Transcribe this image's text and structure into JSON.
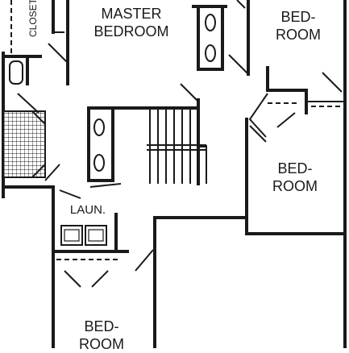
{
  "rooms": {
    "master": {
      "line1": "MASTER",
      "line2": "BEDROOM"
    },
    "bed_top_right": {
      "line1": "BED-",
      "line2": "ROOM"
    },
    "bed_mid_right": {
      "line1": "BED-",
      "line2": "ROOM"
    },
    "bed_bottom": {
      "line1": "BED-",
      "line2": "ROOM"
    },
    "laundry": {
      "label": "LAUN."
    },
    "closet": {
      "label": "CLOSET"
    }
  }
}
